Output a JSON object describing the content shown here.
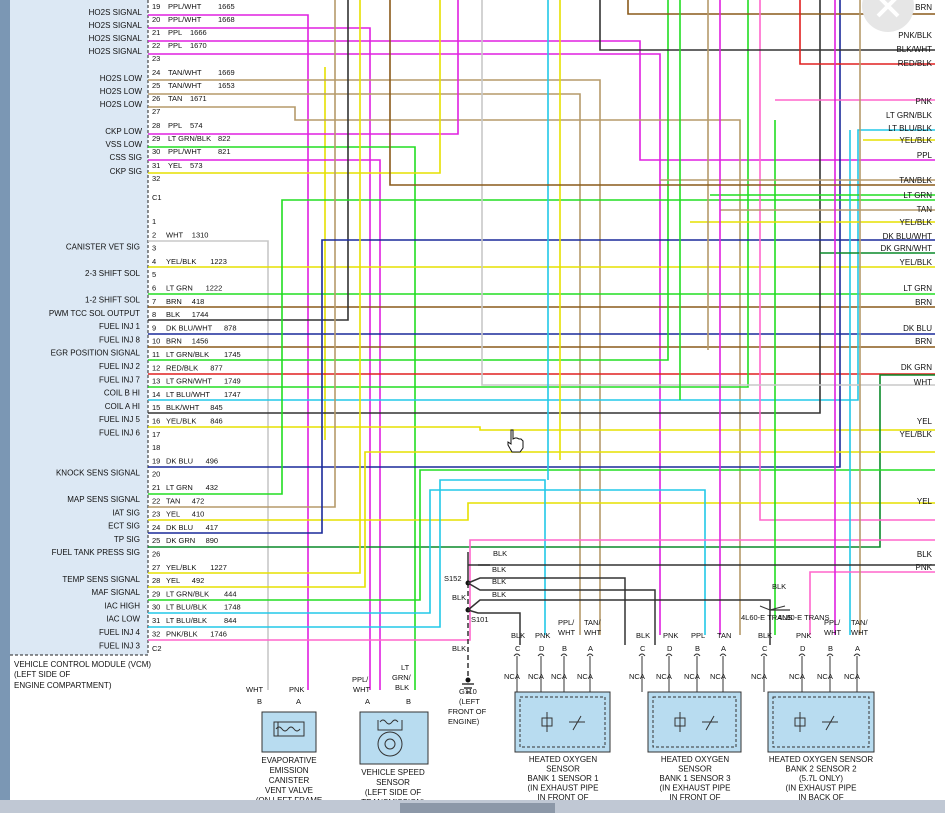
{
  "vcm_pins_c2_top": [
    {
      "pin": "19",
      "signal": "HO2S SIGNAL",
      "wire": "PPL/WHT",
      "circuit": "1665"
    },
    {
      "pin": "20",
      "signal": "HO2S SIGNAL",
      "wire": "PPL/WHT",
      "circuit": "1668"
    },
    {
      "pin": "21",
      "signal": "HO2S SIGNAL",
      "wire": "PPL",
      "circuit": "1666"
    },
    {
      "pin": "22",
      "signal": "HO2S SIGNAL",
      "wire": "PPL",
      "circuit": "1670"
    },
    {
      "pin": "23",
      "signal": "",
      "wire": "",
      "circuit": ""
    },
    {
      "pin": "24",
      "signal": "HO2S LOW",
      "wire": "TAN/WHT",
      "circuit": "1669"
    },
    {
      "pin": "25",
      "signal": "HO2S LOW",
      "wire": "TAN/WHT",
      "circuit": "1653"
    },
    {
      "pin": "26",
      "signal": "HO2S LOW",
      "wire": "TAN",
      "circuit": "1671"
    },
    {
      "pin": "27",
      "signal": "",
      "wire": "",
      "circuit": ""
    },
    {
      "pin": "28",
      "signal": "CKP LOW",
      "wire": "PPL",
      "circuit": "574"
    },
    {
      "pin": "29",
      "signal": "VSS LOW",
      "wire": "LT GRN/BLK",
      "circuit": "822"
    },
    {
      "pin": "30",
      "signal": "CSS SIG",
      "wire": "PPL/WHT",
      "circuit": "821"
    },
    {
      "pin": "31",
      "signal": "CKP SIG",
      "wire": "YEL",
      "circuit": "573"
    },
    {
      "pin": "32",
      "signal": "",
      "wire": "",
      "circuit": ""
    }
  ],
  "c1_label": "C1",
  "c2_label": "C2",
  "vcm_pins_c1": [
    {
      "pin": "1",
      "signal": "",
      "wire": "",
      "circuit": ""
    },
    {
      "pin": "2",
      "signal": "CANISTER VET SIG",
      "wire": "WHT",
      "circuit": "1310"
    },
    {
      "pin": "3",
      "signal": "",
      "wire": "",
      "circuit": ""
    },
    {
      "pin": "4",
      "signal": "2-3 SHIFT SOL",
      "wire": "YEL/BLK",
      "circuit": "1223"
    },
    {
      "pin": "5",
      "signal": "",
      "wire": "",
      "circuit": ""
    },
    {
      "pin": "6",
      "signal": "1-2 SHIFT SOL",
      "wire": "LT GRN",
      "circuit": "1222"
    },
    {
      "pin": "7",
      "signal": "PWM TCC SOL OUTPUT",
      "wire": "BRN",
      "circuit": "418"
    },
    {
      "pin": "8",
      "signal": "FUEL INJ 1",
      "wire": "BLK",
      "circuit": "1744"
    },
    {
      "pin": "9",
      "signal": "FUEL INJ 8",
      "wire": "DK BLU/WHT",
      "circuit": "878"
    },
    {
      "pin": "10",
      "signal": "EGR POSITION SIGNAL",
      "wire": "BRN",
      "circuit": "1456"
    },
    {
      "pin": "11",
      "signal": "FUEL INJ 2",
      "wire": "LT GRN/BLK",
      "circuit": "1745"
    },
    {
      "pin": "12",
      "signal": "FUEL INJ 7",
      "wire": "RED/BLK",
      "circuit": "877"
    },
    {
      "pin": "13",
      "signal": "COIL B HI",
      "wire": "LT GRN/WHT",
      "circuit": "1749"
    },
    {
      "pin": "14",
      "signal": "COIL A HI",
      "wire": "LT BLU/WHT",
      "circuit": "1747"
    },
    {
      "pin": "15",
      "signal": "FUEL INJ 5",
      "wire": "BLK/WHT",
      "circuit": "845"
    },
    {
      "pin": "16",
      "signal": "FUEL INJ 6",
      "wire": "YEL/BLK",
      "circuit": "846"
    },
    {
      "pin": "17",
      "signal": "",
      "wire": "",
      "circuit": ""
    },
    {
      "pin": "18",
      "signal": "",
      "wire": "",
      "circuit": ""
    },
    {
      "pin": "19",
      "signal": "KNOCK SENS SIGNAL",
      "wire": "DK BLU",
      "circuit": "496"
    },
    {
      "pin": "20",
      "signal": "",
      "wire": "",
      "circuit": ""
    },
    {
      "pin": "21",
      "signal": "MAP SENS SIGNAL",
      "wire": "LT GRN",
      "circuit": "432"
    },
    {
      "pin": "22",
      "signal": "IAT SIG",
      "wire": "TAN",
      "circuit": "472"
    },
    {
      "pin": "23",
      "signal": "ECT SIG",
      "wire": "YEL",
      "circuit": "410"
    },
    {
      "pin": "24",
      "signal": "TP SIG",
      "wire": "DK BLU",
      "circuit": "417"
    },
    {
      "pin": "25",
      "signal": "FUEL TANK PRESS SIG",
      "wire": "DK GRN",
      "circuit": "890"
    },
    {
      "pin": "26",
      "signal": "",
      "wire": "",
      "circuit": ""
    },
    {
      "pin": "27",
      "signal": "TEMP SENS SIGNAL",
      "wire": "YEL/BLK",
      "circuit": "1227"
    },
    {
      "pin": "28",
      "signal": "MAF SIGNAL",
      "wire": "YEL",
      "circuit": "492"
    },
    {
      "pin": "29",
      "signal": "IAC HIGH",
      "wire": "LT GRN/BLK",
      "circuit": "444"
    },
    {
      "pin": "30",
      "signal": "IAC LOW",
      "wire": "LT BLU/BLK",
      "circuit": "1748"
    },
    {
      "pin": "31",
      "signal": "FUEL INJ 4",
      "wire": "LT BLU/BLK",
      "circuit": "844"
    },
    {
      "pin": "32",
      "signal": "FUEL INJ 3",
      "wire": "PNK/BLK",
      "circuit": "1746"
    }
  ],
  "vcm_caption": [
    "VEHICLE CONTROL MODULE (VCM)",
    "(LEFT SIDE OF",
    "ENGINE COMPARTMENT)"
  ],
  "right_labels": [
    "BRN",
    "PNK/BLK",
    "BLK/WHT",
    "RED/BLK",
    "PNK",
    "LT GRN/BLK",
    "LT BLU/BLK",
    "YEL/BLK",
    "PPL",
    "TAN/BLK",
    "LT GRN",
    "TAN",
    "YEL/BLK",
    "DK BLU/WHT",
    "DK GRN/WHT",
    "YEL/BLK",
    "LT GRN",
    "BRN",
    "DK BLU",
    "BRN",
    "DK GRN",
    "WHT",
    "YEL",
    "YEL/BLK",
    "YEL",
    "BLK",
    "PNK"
  ],
  "splices": {
    "s152": "S152",
    "s101": "S101",
    "g110": [
      "G110",
      "(LEFT",
      "FRONT OF",
      "ENGINE)"
    ]
  },
  "ground_wire_labels": {
    "blk_top": "BLK",
    "blk_s152": "BLK",
    "blk_s101": "BLK",
    "blk_g110": "BLK"
  },
  "evap": {
    "wires": [
      "WHT",
      "PNK"
    ],
    "pins": [
      "B",
      "A"
    ],
    "caption": [
      "EVAPORATIVE",
      "EMISSION",
      "CANISTER",
      "VENT VALVE",
      "(ON LEFT FRAME"
    ]
  },
  "vss": {
    "wires": [
      "PPL/ WHT",
      "LT GRN/ BLK"
    ],
    "pins": [
      "A",
      "B"
    ],
    "caption": [
      "VEHICLE SPEED",
      "SENSOR",
      "(LEFT SIDE OF",
      "TRANSMISSION)"
    ]
  },
  "trans_4l60": {
    "blk": "BLK",
    "labels": [
      "4L60-E TRANS",
      "4L80-E TRANS"
    ]
  },
  "ho2s": [
    {
      "wires": [
        "BLK",
        "PNK",
        "PPL/ WHT",
        "TAN/ WHT"
      ],
      "pins": [
        "C",
        "D",
        "B",
        "A"
      ],
      "nca": [
        "NCA",
        "NCA",
        "NCA",
        "NCA"
      ],
      "caption": [
        "HEATED OXYGEN",
        "SENSOR",
        "BANK 1 SENSOR 1",
        "(IN EXHAUST PIPE",
        "IN FRONT OF"
      ]
    },
    {
      "wires": [
        "BLK",
        "PNK",
        "PPL",
        "TAN"
      ],
      "pins": [
        "C",
        "D",
        "B",
        "A"
      ],
      "nca": [
        "NCA",
        "NCA",
        "NCA",
        "NCA"
      ],
      "caption": [
        "HEATED OXYGEN",
        "SENSOR",
        "BANK 1 SENSOR 3",
        "(IN EXHAUST PIPE",
        "IN FRONT OF"
      ]
    },
    {
      "wires": [
        "BLK",
        "PNK",
        "PPL/ WHT",
        "TAN/ WHT"
      ],
      "pins": [
        "C",
        "D",
        "B",
        "A"
      ],
      "nca": [
        "NCA",
        "NCA",
        "NCA",
        "NCA"
      ],
      "caption": [
        "HEATED OXYGEN SENSOR",
        "BANK 2 SENSOR 2",
        "(5.7L ONLY)",
        "(IN EXHAUST PIPE",
        "IN BACK OF"
      ]
    }
  ],
  "colors": {
    "ppl": "#e020e0",
    "pnk": "#ff66cc",
    "tan": "#b59a6a",
    "brn": "#8a5a1a",
    "ltgrn": "#22dd22",
    "ltblu": "#22c8e8",
    "dkblu": "#1a2a9a",
    "dkgrn": "#0a8a2a",
    "yel": "#e6e000",
    "red": "#e02020",
    "wht": "#c8c8c8",
    "blk": "#333333",
    "bg_left": "#dce8f4"
  }
}
